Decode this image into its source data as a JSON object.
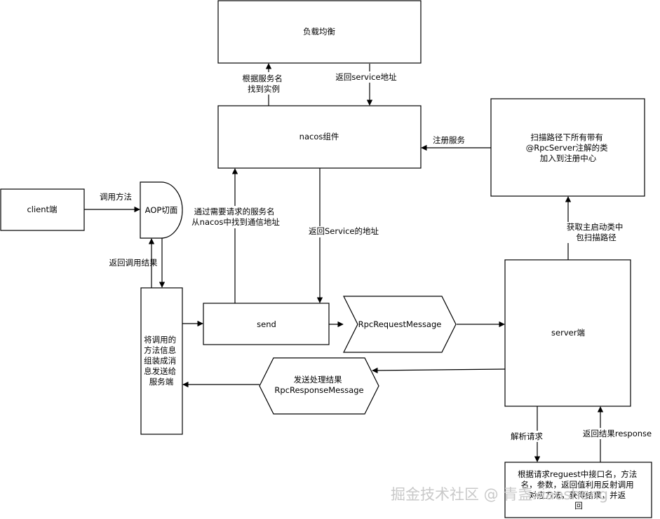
{
  "nodes": {
    "load_balance": "负载均衡",
    "nacos": "nacos组件",
    "registry": [
      "扫描路径下所有带有",
      "@RpcServer注解的类",
      "加入到注册中心"
    ],
    "client": "client端",
    "aop": "AOP切面",
    "pack": [
      "将调用的",
      "方法信息",
      "组装成消",
      "息发送给",
      "服务端"
    ],
    "send": "send",
    "request_msg": "RpcRequestMessage",
    "response_msg": [
      "发送处理结果",
      "RpcResponseMessage"
    ],
    "server": "server端",
    "handler": [
      "根据请求reguest中接口名，方法",
      "名，参数，返回值利用反射调用",
      "对应方法，获得结果，并返",
      "回"
    ]
  },
  "edges": {
    "find_instance": [
      "根据服务名",
      "找到实例"
    ],
    "return_service_addr": "返回service地址",
    "register_service": "注册服务",
    "invoke_method": "调用方法",
    "find_address": [
      "通过需要请求的服务名",
      "从nacos中找到通信地址"
    ],
    "return_service_addr2": "返回Service的地址",
    "return_result": "返回调用结果",
    "get_scan_path": [
      "获取主启动类中",
      "包扫描路径"
    ],
    "parse_request": "解析请求",
    "return_response": "返回结果response"
  },
  "watermark": "掘金技术社区 @ 青盏xiaosheng",
  "colors": {
    "stroke": "#000000",
    "fill": "#ffffff",
    "watermark": "#c9c9c9"
  }
}
